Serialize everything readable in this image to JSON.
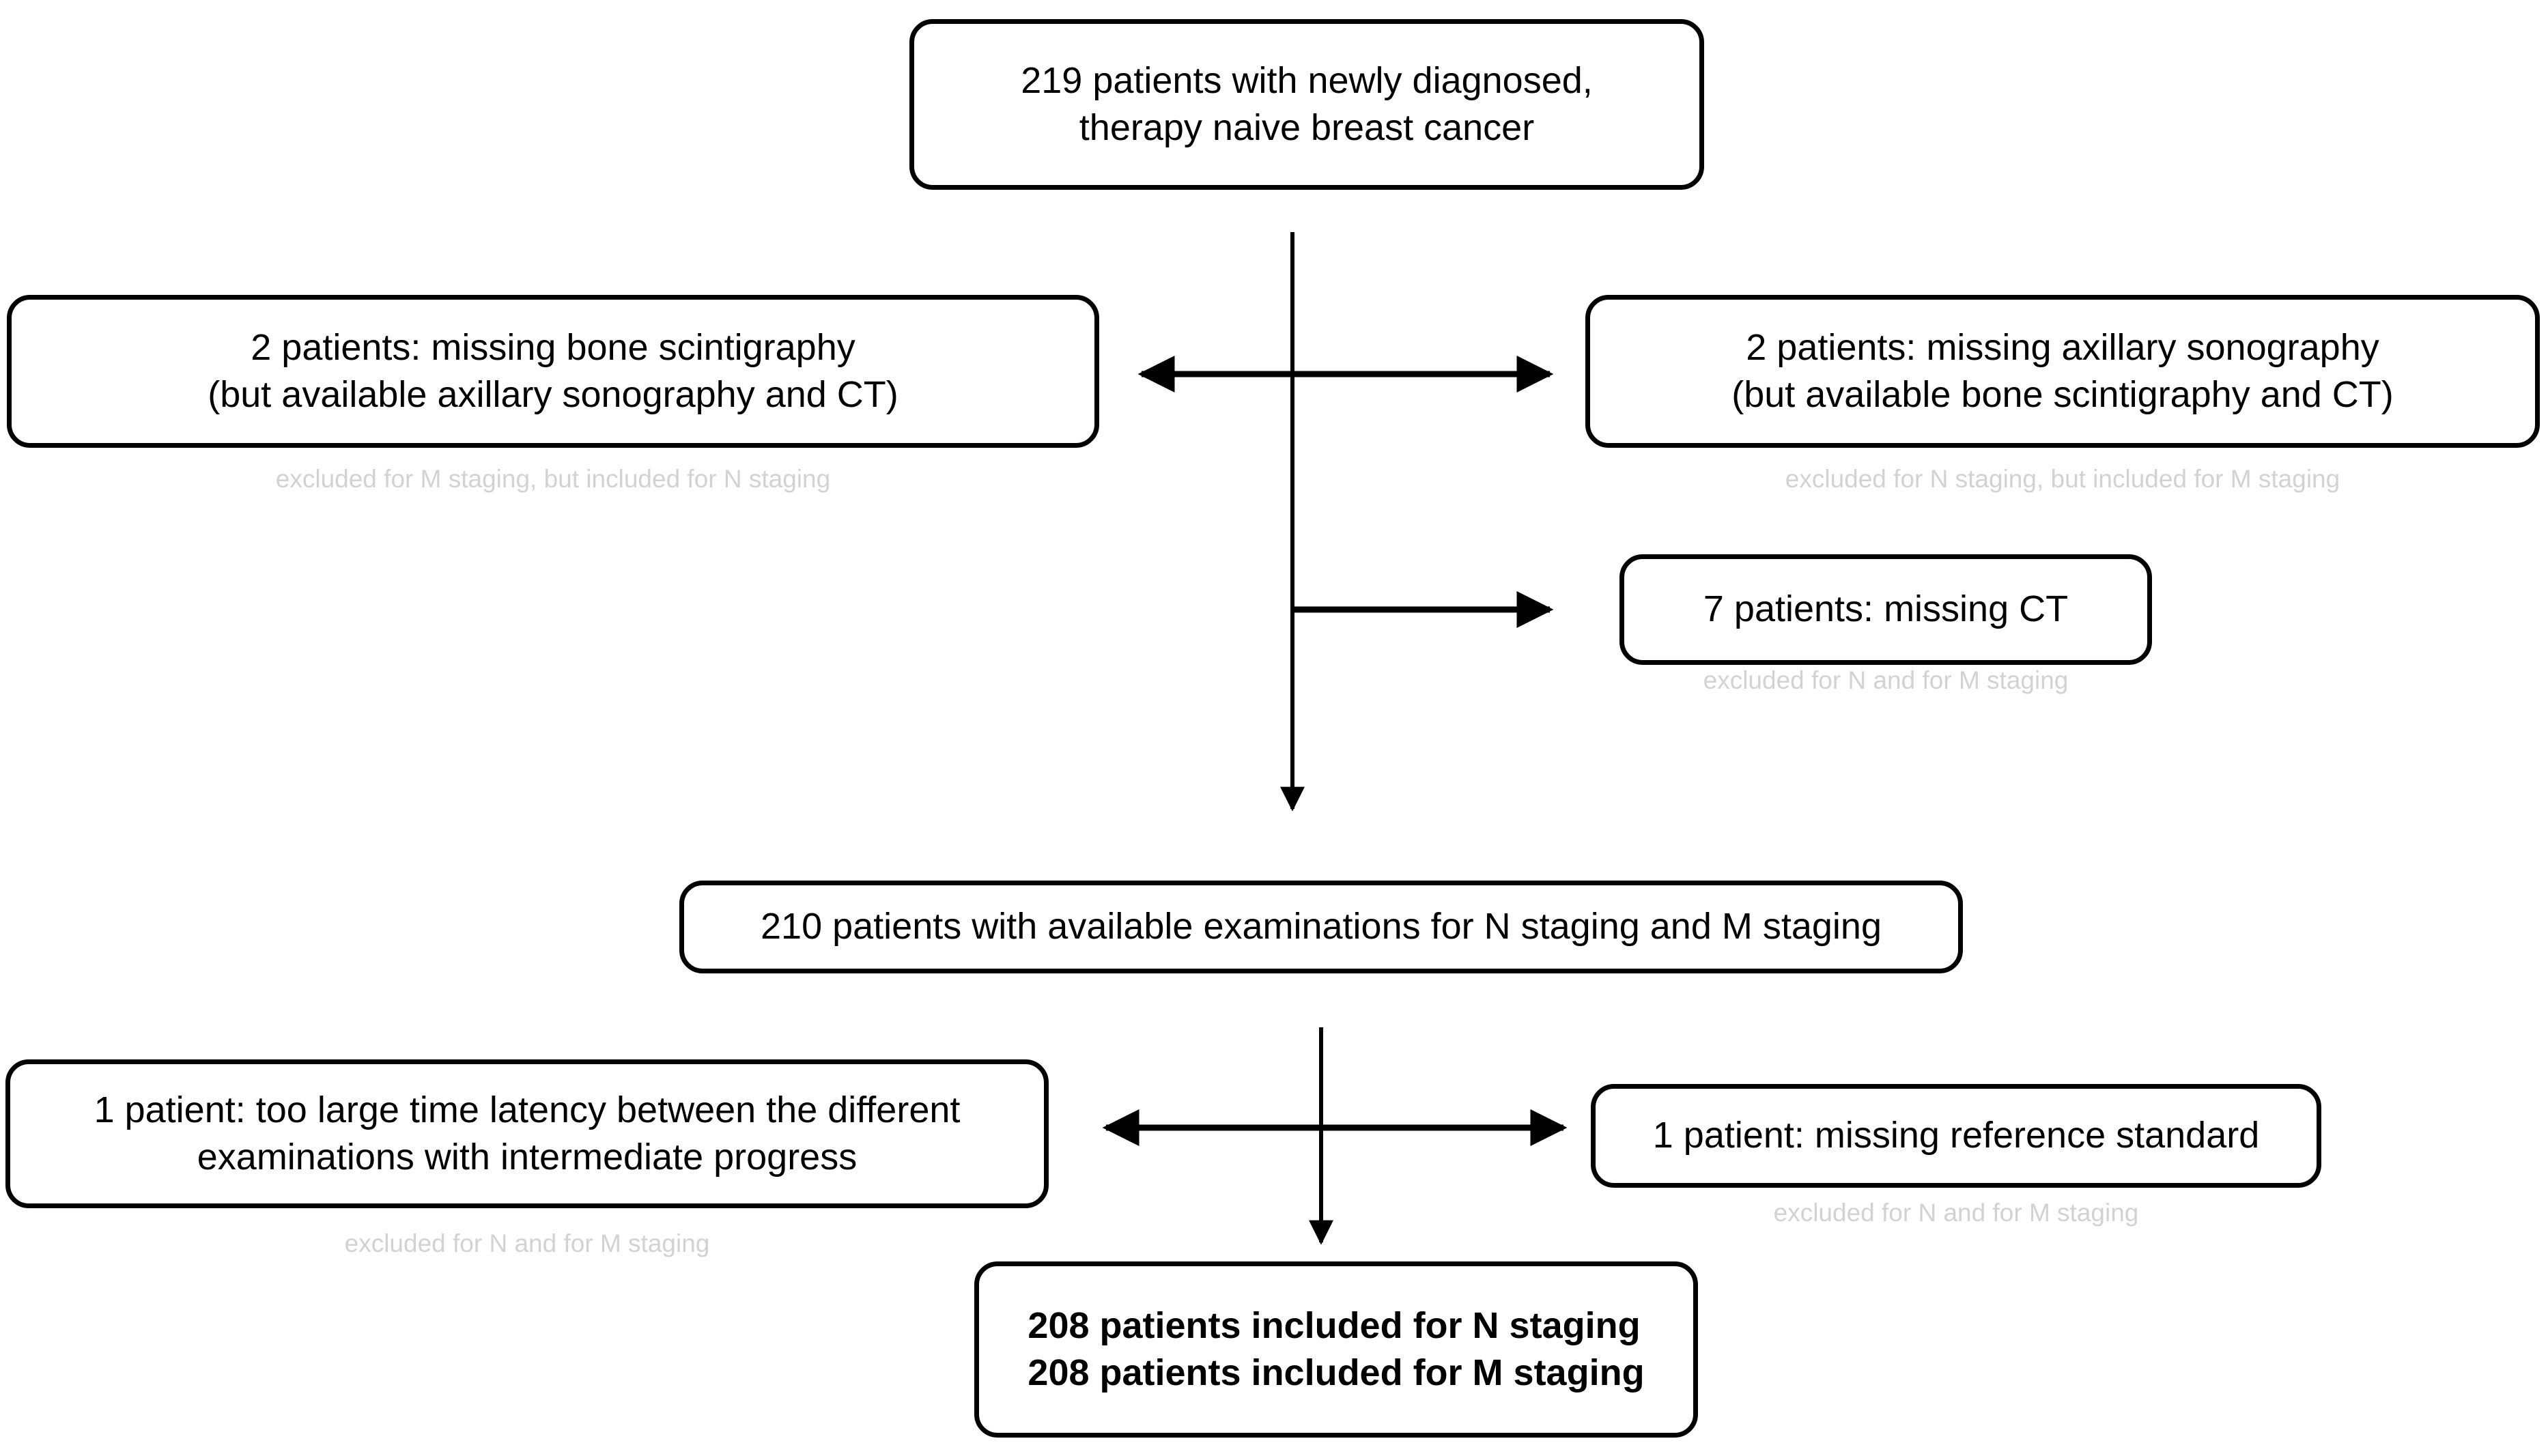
{
  "diagram": {
    "title": "Patient flow diagram for breast cancer staging study",
    "colors": {
      "box_border": "#000000",
      "box_fill": "#ffffff",
      "text": "#000000",
      "caption_gray": "#d2d2d2",
      "connector": "#000000"
    },
    "nodes": [
      {
        "id": "enrolled",
        "label": "219 patients with newly diagnosed,\ntherapy naive breast cancer",
        "count": 219,
        "bold": false,
        "caption": ""
      },
      {
        "id": "missing-bone-scintigraphy",
        "label": "2 patients: missing bone scintigraphy\n(but available axillary sonography and CT)",
        "count": 2,
        "bold": false,
        "caption": "excluded for M staging, but included for N staging"
      },
      {
        "id": "missing-axillary-sonography",
        "label": "2 patients: missing axillary sonography\n(but available bone scintigraphy and CT)",
        "count": 2,
        "bold": false,
        "caption": "excluded for N staging, but included for M staging"
      },
      {
        "id": "missing-ct",
        "label": "7 patients: missing CT",
        "count": 7,
        "bold": false,
        "caption": "excluded for N and for M staging"
      },
      {
        "id": "available-examinations",
        "label": "210 patients with available examinations for N staging and M staging",
        "count": 210,
        "bold": false,
        "caption": ""
      },
      {
        "id": "time-latency",
        "label": "1 patient: too large time latency between the different\nexaminations with intermediate progress",
        "count": 1,
        "bold": false,
        "caption": "excluded for N and for M staging"
      },
      {
        "id": "missing-reference-standard",
        "label": "1 patient: missing reference standard",
        "count": 1,
        "bold": false,
        "caption": "excluded for N and for M staging"
      },
      {
        "id": "included-final",
        "label": "208 patients included for N staging\n208 patients included for M staging",
        "count": 208,
        "bold": true,
        "caption": ""
      }
    ]
  }
}
